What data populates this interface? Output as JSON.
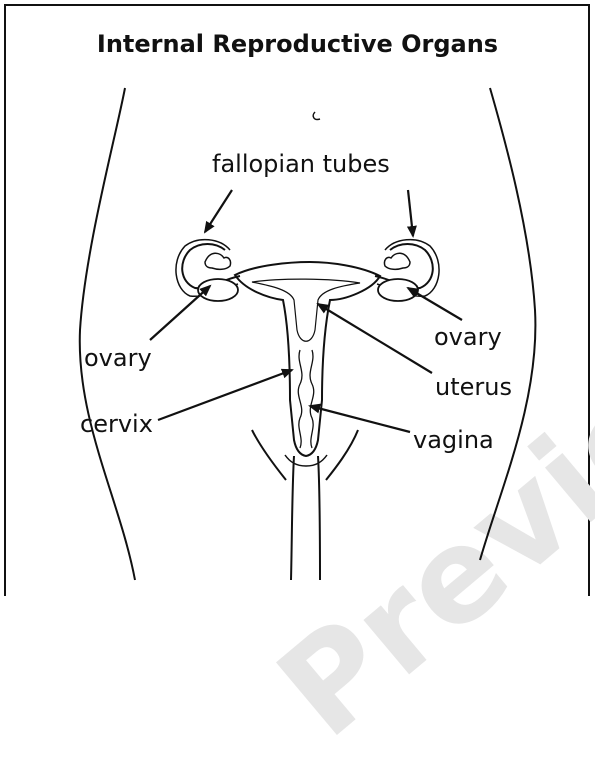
{
  "title": "Internal Reproductive Organs",
  "labels": {
    "fallopian_tubes": "fallopian tubes",
    "ovary_left": "ovary",
    "ovary_right": "ovary",
    "uterus": "uterus",
    "cervix": "cervix",
    "vagina": "vagina"
  },
  "watermark": "Preview",
  "colors": {
    "ink": "#111111",
    "watermark": "#e6e6e6"
  }
}
